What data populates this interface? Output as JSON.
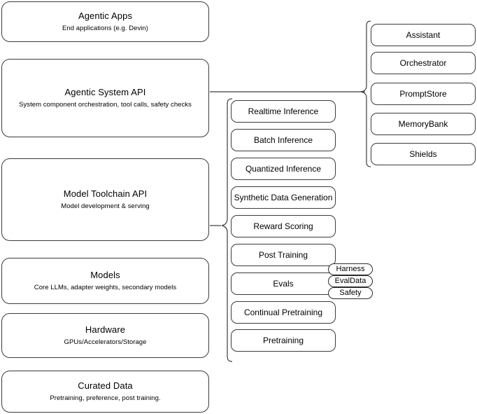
{
  "diagram": {
    "title": "Agentic stack layer diagram",
    "stroke_color": "#3b3b3b",
    "background_color": "#ffffff"
  },
  "layers": [
    {
      "name": "agentic-apps",
      "title": "Agentic Apps",
      "subtitle": "End applications (e.g. Devin)"
    },
    {
      "name": "agentic-system-api",
      "title": "Agentic System API",
      "subtitle": "System component orchestration, tool calls, safety checks"
    },
    {
      "name": "model-toolchain-api",
      "title": "Model Toolchain API",
      "subtitle": "Model development & serving"
    },
    {
      "name": "models",
      "title": "Models",
      "subtitle": "Core LLMs, adapter weights, secondary models"
    },
    {
      "name": "hardware",
      "title": "Hardware",
      "subtitle": "GPUs/Accelerators/Storage"
    },
    {
      "name": "curated-data",
      "title": "Curated Data",
      "subtitle": "Pretraining, preference, post training."
    }
  ],
  "toolchain_components": [
    {
      "name": "realtime-inference",
      "label": "Realtime Inference"
    },
    {
      "name": "batch-inference",
      "label": "Batch Inference"
    },
    {
      "name": "quantized-inference",
      "label": "Quantized Inference"
    },
    {
      "name": "synthetic-data-generation",
      "label": "Synthetic Data Generation"
    },
    {
      "name": "reward-scoring",
      "label": "Reward Scoring"
    },
    {
      "name": "post-training",
      "label": "Post Training"
    },
    {
      "name": "evals",
      "label": "Evals"
    },
    {
      "name": "continual-pretraining",
      "label": "Continual Pretraining"
    },
    {
      "name": "pretraining",
      "label": "Pretraining"
    }
  ],
  "eval_badges": [
    {
      "name": "harness",
      "label": "Harness"
    },
    {
      "name": "evaldata",
      "label": "EvalData"
    },
    {
      "name": "safety",
      "label": "Safety"
    }
  ],
  "system_components": [
    {
      "name": "assistant",
      "label": "Assistant"
    },
    {
      "name": "orchestrator",
      "label": "Orchestrator"
    },
    {
      "name": "promptstore",
      "label": "PromptStore"
    },
    {
      "name": "memorybank",
      "label": "MemoryBank"
    },
    {
      "name": "shields",
      "label": "Shields"
    }
  ]
}
